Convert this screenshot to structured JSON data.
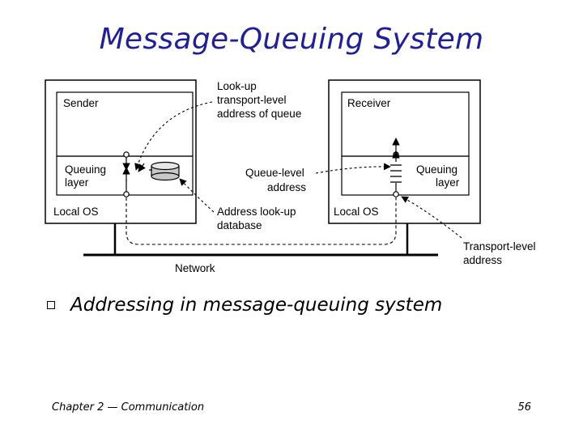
{
  "slide": {
    "title": "Message-Queuing System",
    "bullet": "Addressing in message-queuing system",
    "footer_left": "Chapter 2 — Communication",
    "page_number": "56"
  },
  "diagram": {
    "sender": {
      "app_label": "Sender",
      "queuing_label_1": "Queuing",
      "queuing_label_2": "layer",
      "os_label": "Local OS"
    },
    "receiver": {
      "app_label": "Receiver",
      "queuing_label_1": "Queuing",
      "queuing_label_2": "layer",
      "os_label": "Local OS"
    },
    "annotations": {
      "lookup_1": "Look-up",
      "lookup_2": "transport-level",
      "lookup_3": "address of queue",
      "queue_addr_1": "Queue-level",
      "queue_addr_2": "address",
      "db_1": "Address look-up",
      "db_2": "database",
      "transport_1": "Transport-level",
      "transport_2": "address",
      "network": "Network"
    }
  }
}
